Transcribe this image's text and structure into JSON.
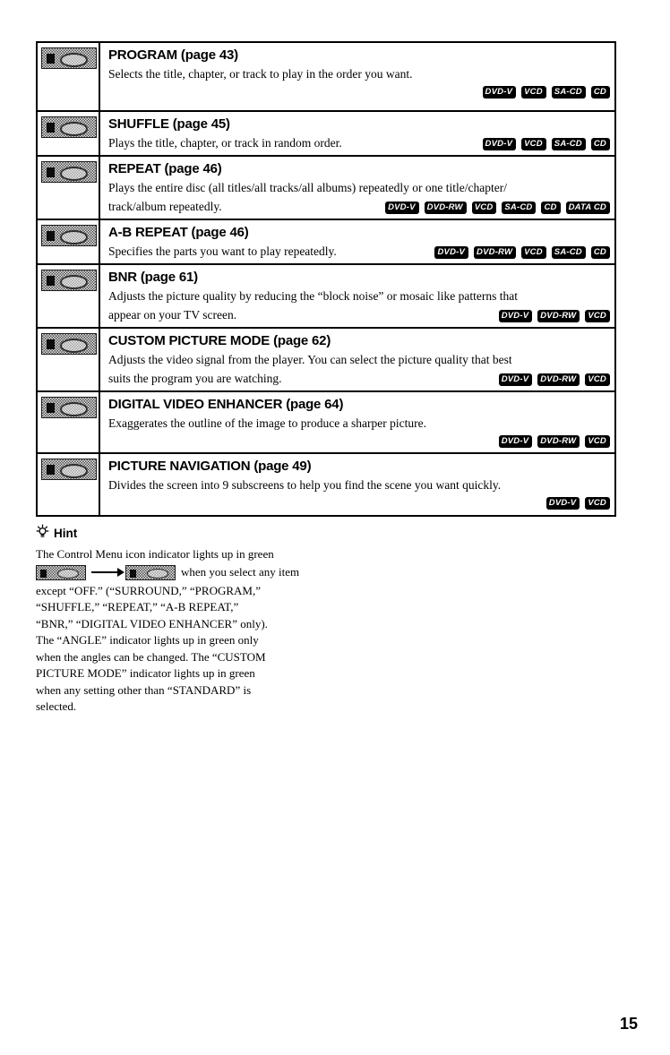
{
  "page": {
    "number": "15"
  },
  "table": {
    "rows": [
      {
        "icon": "program-menu-icon",
        "title": "PROGRAM (page 43)",
        "desc_lines": [
          "Selects the title, chapter, or track to play in the order you want."
        ],
        "badges": [
          "DVD-V",
          "VCD",
          "SA-CD",
          "CD"
        ],
        "badges_own_line": true
      },
      {
        "icon": "shuffle-menu-icon",
        "title": "SHUFFLE (page 45)",
        "desc_lines": [
          "Plays the title, chapter, or track in random order."
        ],
        "badges": [
          "DVD-V",
          "VCD",
          "SA-CD",
          "CD"
        ],
        "badges_own_line": false
      },
      {
        "icon": "repeat-menu-icon",
        "title": "REPEAT (page 46)",
        "desc_lines": [
          "Plays the entire disc (all titles/all tracks/all albums) repeatedly or one title/chapter/",
          "track/album repeatedly."
        ],
        "badges": [
          "DVD-V",
          "DVD-RW",
          "VCD",
          "SA-CD",
          "CD",
          "DATA CD"
        ],
        "badges_own_line": false
      },
      {
        "icon": "ab-repeat-menu-icon",
        "title": "A-B REPEAT (page 46)",
        "desc_lines": [
          "Specifies the parts you want to play repeatedly."
        ],
        "badges": [
          "DVD-V",
          "DVD-RW",
          "VCD",
          "SA-CD",
          "CD"
        ],
        "badges_own_line": false
      },
      {
        "icon": "bnr-menu-icon",
        "title": "BNR (page 61)",
        "desc_lines": [
          "Adjusts the picture quality by reducing the “block noise” or mosaic like patterns that",
          "appear on your TV screen."
        ],
        "badges": [
          "DVD-V",
          "DVD-RW",
          "VCD"
        ],
        "badges_own_line": false
      },
      {
        "icon": "custom-picture-mode-menu-icon",
        "title": "CUSTOM PICTURE MODE (page 62)",
        "desc_lines": [
          "Adjusts the video signal from the player. You can select the picture quality that best",
          "suits the program you are watching."
        ],
        "badges": [
          "DVD-V",
          "DVD-RW",
          "VCD"
        ],
        "badges_own_line": false
      },
      {
        "icon": "digital-video-enhancer-menu-icon",
        "title": "DIGITAL VIDEO ENHANCER (page 64)",
        "desc_lines": [
          "Exaggerates the outline of the image to produce a sharper picture."
        ],
        "badges": [
          "DVD-V",
          "DVD-RW",
          "VCD"
        ],
        "badges_own_line": true
      },
      {
        "icon": "picture-navigation-menu-icon",
        "title": "PICTURE NAVIGATION (page 49)",
        "desc_lines": [
          "Divides the screen into 9 subscreens to help you find the scene you want quickly."
        ],
        "badges": [
          "DVD-V",
          "VCD"
        ],
        "badges_own_line": true
      }
    ]
  },
  "hint": {
    "label": "Hint",
    "line1": "The Control Menu icon indicator lights up in green",
    "icon_line_suffix": "when you select any item",
    "lines_after": [
      "except “OFF.” (“SURROUND,” “PROGRAM,”",
      "“SHUFFLE,” “REPEAT,” “A-B REPEAT,”",
      "“BNR,” “DIGITAL VIDEO ENHANCER” only).",
      "The “ANGLE” indicator lights up in green only",
      "when the angles can be changed. The “CUSTOM",
      "PICTURE MODE” indicator lights up in green",
      "when any setting other than “STANDARD” is",
      "selected."
    ]
  },
  "colors": {
    "badge_bg": "#000000",
    "badge_text": "#ffffff",
    "border": "#000000"
  }
}
